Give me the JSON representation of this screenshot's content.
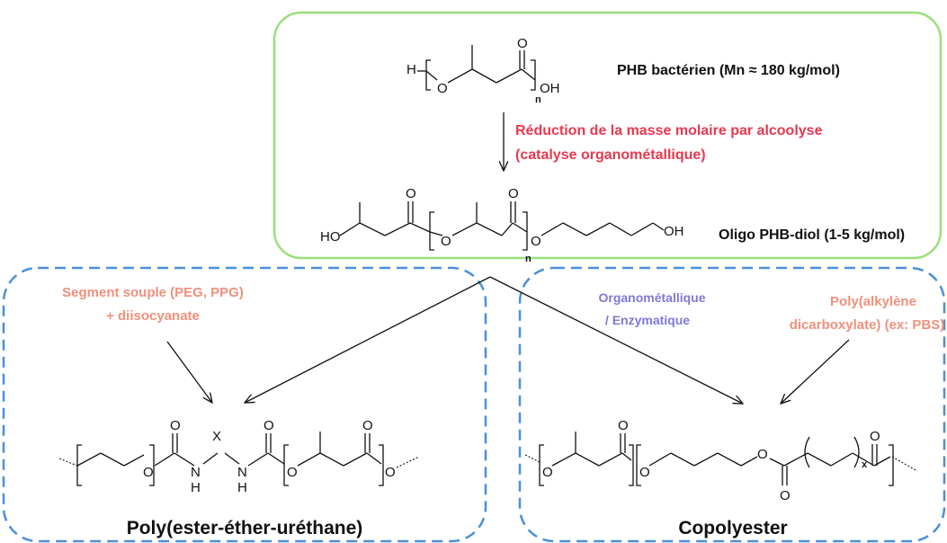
{
  "labels": {
    "phb": "PHB bactérien (Mn ≈ 180 kg/mol)",
    "reduction_line1": "Réduction de la masse molaire par alcoolyse",
    "reduction_line2": "(catalyse organométallique)",
    "oligo": "Oligo PHB-diol (1-5 kg/mol)",
    "segment_line1": "Segment souple (PEG, PPG)",
    "segment_line2": "+ diisocyanate",
    "organo_line1": "Organométallique",
    "organo_line2": "/ Enzymatique",
    "poly_line1": "Poly(alkylène",
    "poly_line2": "dicarboxylate) (ex: PBS)",
    "product_left": "Poly(ester-éther-uréthane)",
    "product_right": "Copolyester"
  },
  "atoms": {
    "H": "H",
    "O": "O",
    "OH": "OH",
    "HO": "HO",
    "N": "N",
    "X": "X",
    "n": "n",
    "x": "x"
  },
  "colors": {
    "green_box": "#99e07a",
    "blue_box": "#4a90d9",
    "red_text": "#e8384f",
    "salmon_text": "#f0907c",
    "purple_text": "#7f78d8",
    "black": "#111111"
  }
}
